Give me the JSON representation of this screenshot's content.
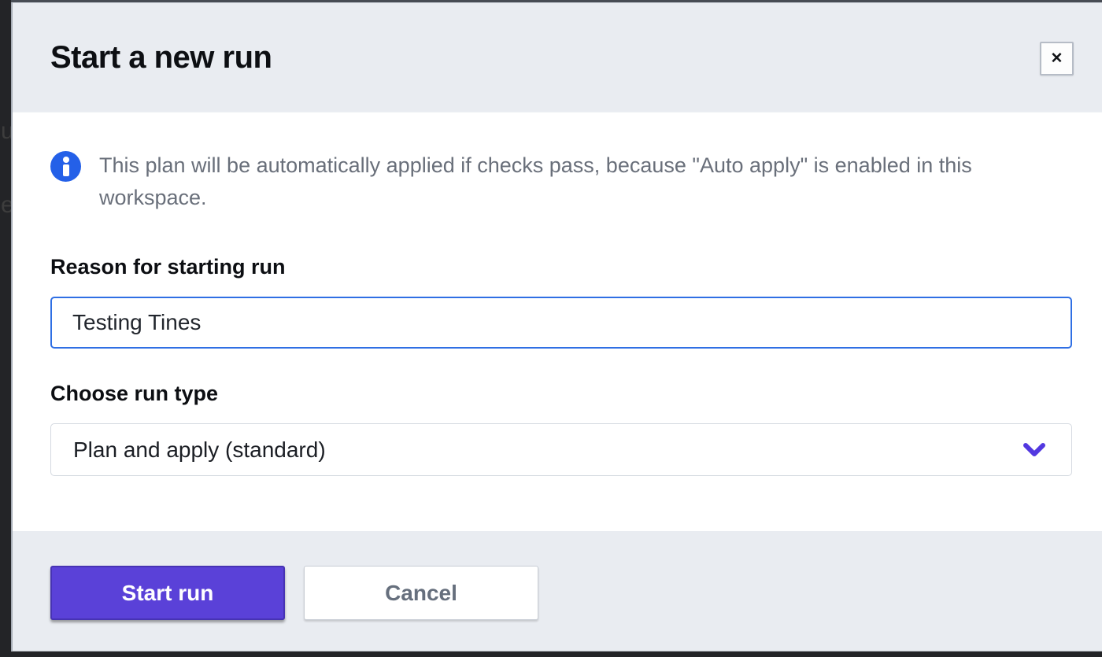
{
  "modal": {
    "title": "Start a new run",
    "close_icon": "✕"
  },
  "info_banner": {
    "icon": "info-circle",
    "icon_color": "#2460e8",
    "text": "This plan will be automatically applied if checks pass, because \"Auto apply\" is enabled in this workspace."
  },
  "form": {
    "reason": {
      "label": "Reason for starting run",
      "value": "Testing Tines"
    },
    "run_type": {
      "label": "Choose run type",
      "selected": "Plan and apply (standard)",
      "chevron_icon": "chevron-down"
    }
  },
  "actions": {
    "start": "Start run",
    "cancel": "Cancel"
  },
  "colors": {
    "accent_purple": "#5a41d8",
    "info_blue": "#2460e8",
    "focus_blue": "#2f6fe4",
    "header_bg": "#e9ecf1",
    "backdrop": "#232427"
  },
  "backdrop_fragments": [
    "u",
    "e"
  ]
}
